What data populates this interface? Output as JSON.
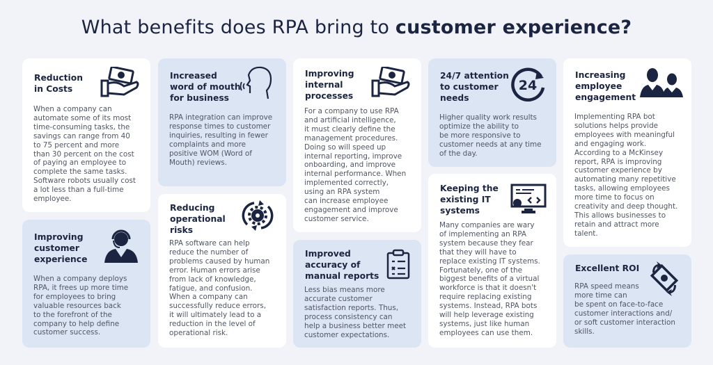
{
  "title": {
    "regular": "What benefits does RPA bring to ",
    "bold": "customer experience?"
  },
  "colors": {
    "background": "#f2f3f9",
    "card_white": "#ffffff",
    "card_blue": "#dce5f3",
    "heading": "#1b2440",
    "body_text": "#4f5563"
  },
  "cards": [
    {
      "title": "Reduction\nin Costs",
      "icon": "hand-money-icon",
      "text": "When a company can\nautomate some of its most\ntime-consuming tasks, the\nsavings can range from 40\nto 75 percent and more\nthan 30 percent on the cost\nof paying an employee to\ncomplete the same tasks.\nSoftware robots usually cost\na lot less than a full-time\nemployee."
    },
    {
      "title": "Improving\ncustomer\nexperience",
      "icon": "support-agent-icon",
      "text": "When a company deploys\nRPA, it frees up more time\nfor employees to bring\nvaluable resources back\nto the forefront of the\ncompany to help define\ncustomer success."
    },
    {
      "title": "Increased\nword of mouth\nfor business",
      "icon": "speaking-head-icon",
      "text": "RPA integration can improve\nresponse times to customer\ninquiries, resulting in fewer\ncomplaints and more\npositive WOM (Word of\nMouth) reviews."
    },
    {
      "title": "Reducing\noperational\nrisks",
      "icon": "gear-cycle-icon",
      "text": "RPA software can help\nreduce the number of\nproblems caused by human\nerror. Human errors arise\nfrom lack of knowledge,\nfatigue, and confusion.\nWhen a company can\nsuccessfully reduce errors,\nit will ultimately lead to a\nreduction in the level of\noperational risk."
    },
    {
      "title": "Improving\ninternal\nprocesses",
      "icon": "hand-money-icon",
      "text": "For a company to use RPA\nand artificial intelligence,\nit must clearly define the\nmanagement procedures.\nDoing so will speed up\ninternal reporting, improve\nonboarding, and improve\ninternal performance. When\nimplemented correctly,\nusing an RPA system\ncan increase employee\nengagement and improve\ncustomer service."
    },
    {
      "title": "Improved\naccuracy of\nmanual reports",
      "icon": "clipboard-checklist-icon",
      "text": "Less bias means more\naccurate customer\nsatisfaction reports. Thus,\nprocess consistency can\nhelp a business better meet\ncustomer expectations."
    },
    {
      "title": "24/7 attention\nto customer\nneeds",
      "icon": "clock-24-icon",
      "icon_text": "24",
      "text": "Higher quality work results\noptimize the ability to\nbe more responsive to\ncustomer needs at any time\nof the day."
    },
    {
      "title": "Keeping the\nexisting IT\nsystems",
      "icon": "monitor-code-icon",
      "text": "Many companies are wary\nof implementing an RPA\nsystem because they fear\nthat they will have to\nreplace existing IT systems.\nFortunately, one of the\nbiggest benefits of a virtual\nworkforce is that it doesn't\nrequire replacing existing\nsystems. Instead, RPA bots\nwill help leverage existing\nsystems, just like human\nemployees can use them."
    },
    {
      "title": "Increasing\nemployee\nengagement",
      "icon": "employees-icon",
      "text": "Implementing RPA bot\nsolutions helps provide\nemployees with meaningful\nand engaging work.\nAccording to a McKinsey\nreport, RPA is improving\ncustomer experience by\nautomating many repetitive\ntasks, allowing employees\nmore time to focus on\ncreativity and deep thought.\nThis allows businesses to\nretain and attract more\ntalent."
    },
    {
      "title": "Excellent ROI",
      "icon": "money-exchange-icon",
      "text": "RPA speed means\nmore time can\nbe spent on face-to-face\ncustomer interactions and/\nor soft customer interaction\nskills."
    }
  ]
}
